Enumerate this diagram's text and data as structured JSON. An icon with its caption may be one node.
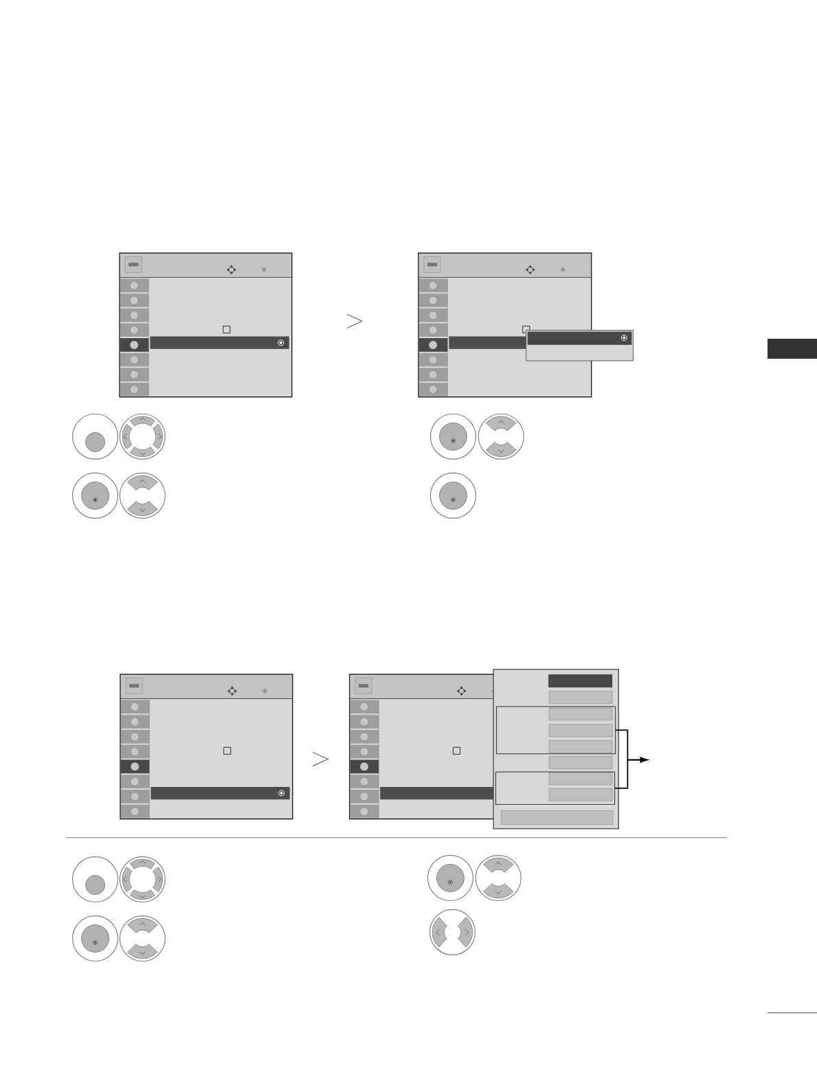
{
  "diagram": {
    "nodes": [
      {
        "text": [],
        "shape": "box"
      },
      {
        "text": [],
        "shape": "box"
      },
      {
        "text": [],
        "shape": "box"
      }
    ],
    "edges": [
      {
        "from": 1,
        "to": null,
        "arrow": "to"
      },
      {
        "from": 2,
        "to": null,
        "arrow": "to"
      }
    ]
  }
}
